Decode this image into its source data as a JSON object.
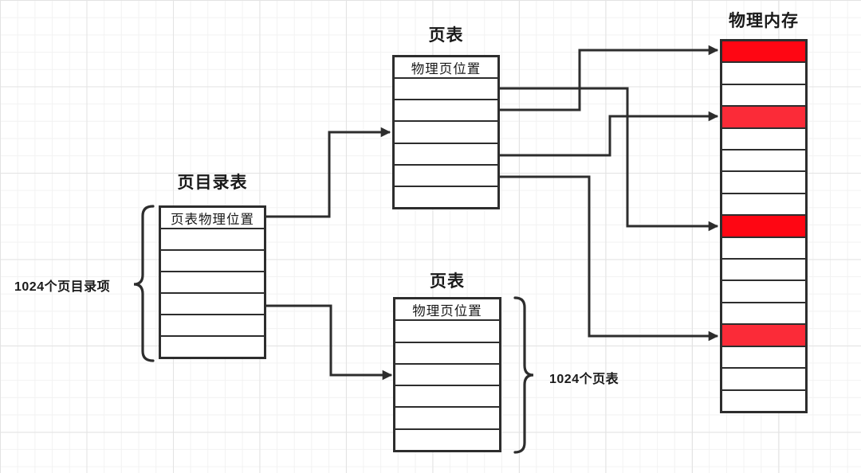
{
  "page_directory": {
    "title": "页目录表",
    "header": "页表物理位置",
    "rows": 6,
    "brace_label": "1024个页目录项"
  },
  "page_table_top": {
    "title": "页表",
    "header": "物理页位置",
    "rows": 6
  },
  "page_table_bottom": {
    "title": "页表",
    "header": "物理页位置",
    "rows": 6,
    "brace_label": "1024个页表"
  },
  "physical_memory": {
    "title": "物理内存",
    "rows": 17,
    "highlights": [
      {
        "row": 1,
        "color": "#fe0613"
      },
      {
        "row": 4,
        "color": "#fb2b38"
      },
      {
        "row": 9,
        "color": "#fe0613"
      },
      {
        "row": 14,
        "color": "#fb2b38"
      }
    ]
  },
  "colors": {
    "stroke": "#2d2d2d",
    "text": "#1a1a1a"
  }
}
